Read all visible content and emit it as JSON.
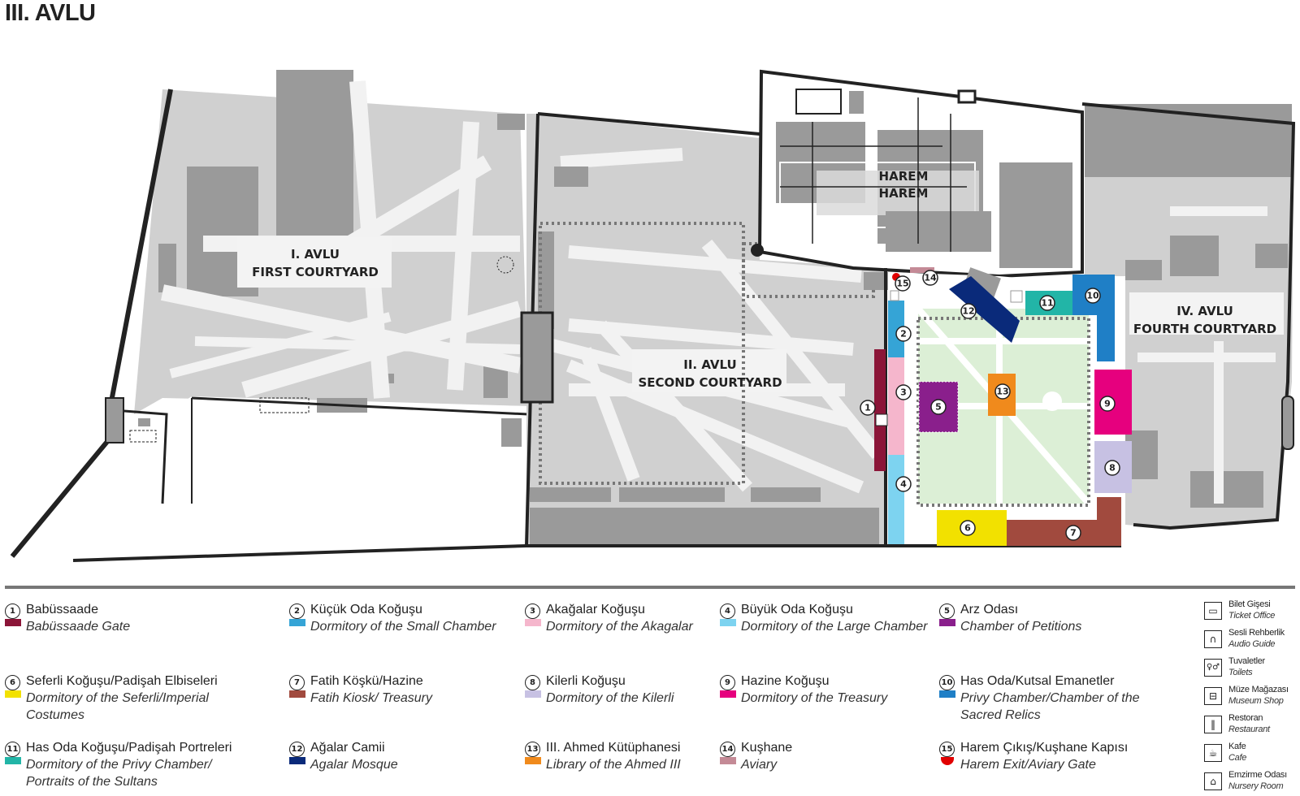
{
  "page_title": "III. AVLU",
  "map": {
    "courtyards": [
      {
        "id": "first",
        "line1": "I. AVLU",
        "line2": "FIRST COURTYARD"
      },
      {
        "id": "second",
        "line1": "II. AVLU",
        "line2": "SECOND COURTYARD"
      },
      {
        "id": "harem",
        "line1": "HAREM",
        "line2": "HAREM"
      },
      {
        "id": "fourth",
        "line1": "IV. AVLU",
        "line2": "FOURTH COURTYARD"
      }
    ],
    "markers": [
      {
        "n": "1",
        "color": "#8b1538"
      },
      {
        "n": "2",
        "color": "#35a4d6"
      },
      {
        "n": "3",
        "color": "#f5b6cc"
      },
      {
        "n": "4",
        "color": "#7dd3f0"
      },
      {
        "n": "5",
        "color": "#8a1f8c"
      },
      {
        "n": "6",
        "color": "#f2e100"
      },
      {
        "n": "7",
        "color": "#a14a3e"
      },
      {
        "n": "8",
        "color": "#c7c1e3"
      },
      {
        "n": "9",
        "color": "#e6007e"
      },
      {
        "n": "10",
        "color": "#1f7fc6"
      },
      {
        "n": "11",
        "color": "#22b5a7"
      },
      {
        "n": "12",
        "color": "#0a2a7a"
      },
      {
        "n": "13",
        "color": "#f08a1c"
      },
      {
        "n": "14",
        "color": "#c48a96"
      },
      {
        "n": "15",
        "color": "#e10000"
      }
    ],
    "colors": {
      "building": "#9a9a9a",
      "ground": "#d0d0d0",
      "path": "#f2f2f2",
      "garden": "#dcefd6",
      "wall": "#222222"
    }
  },
  "legend": [
    {
      "n": "1",
      "tr": "Babüssaade",
      "en": "Babüssaade Gate",
      "color": "#8b1538"
    },
    {
      "n": "2",
      "tr": "Küçük Oda Koğuşu",
      "en": "Dormitory of the Small Chamber",
      "color": "#35a4d6"
    },
    {
      "n": "3",
      "tr": "Akağalar Koğuşu",
      "en": "Dormitory of the Akagalar",
      "color": "#f5b6cc"
    },
    {
      "n": "4",
      "tr": "Büyük Oda Koğuşu",
      "en": "Dormitory of the Large Chamber",
      "color": "#7dd3f0"
    },
    {
      "n": "5",
      "tr": "Arz Odası",
      "en": "Chamber of Petitions",
      "color": "#8a1f8c"
    },
    {
      "n": "6",
      "tr": "Seferli Koğuşu/Padişah Elbiseleri",
      "en": "Dormitory of the Seferli/Imperial Costumes",
      "color": "#f2e100"
    },
    {
      "n": "7",
      "tr": "Fatih Köşkü/Hazine",
      "en": "Fatih Kiosk/ Treasury",
      "color": "#a14a3e"
    },
    {
      "n": "8",
      "tr": "Kilerli Koğuşu",
      "en": "Dormitory of the Kilerli",
      "color": "#c7c1e3"
    },
    {
      "n": "9",
      "tr": "Hazine Koğuşu",
      "en": "Dormitory of the Treasury",
      "color": "#e6007e"
    },
    {
      "n": "10",
      "tr": "Has Oda/Kutsal Emanetler",
      "en": "Privy Chamber/Chamber of the\nSacred Relics",
      "color": "#1f7fc6"
    },
    {
      "n": "11",
      "tr": "Has Oda Koğuşu/Padişah Portreleri",
      "en": "Dormitory of the Privy Chamber/\nPortraits of the Sultans",
      "color": "#22b5a7"
    },
    {
      "n": "12",
      "tr": "Ağalar Camii",
      "en": "Agalar Mosque",
      "color": "#0a2a7a"
    },
    {
      "n": "13",
      "tr": "III. Ahmed Kütüphanesi",
      "en": "Library of the Ahmed III",
      "color": "#f08a1c"
    },
    {
      "n": "14",
      "tr": "Kuşhane",
      "en": "Aviary",
      "color": "#c48a96"
    },
    {
      "n": "15",
      "tr": "Harem Çıkış/Kuşhane Kapısı",
      "en": "Harem Exit/Aviary Gate",
      "color": "#e10000",
      "dot": true
    }
  ],
  "services": [
    {
      "icon": "ticket-icon",
      "glyph": "▭",
      "tr": "Bilet Gişesi",
      "en": "Ticket Office"
    },
    {
      "icon": "headphones-icon",
      "glyph": "∩",
      "tr": "Sesli Rehberlik",
      "en": "Audio Guide"
    },
    {
      "icon": "toilets-icon",
      "glyph": "♀♂",
      "tr": "Tuvaletler",
      "en": "Toilets"
    },
    {
      "icon": "shop-basket-icon",
      "glyph": "⊟",
      "tr": "Müze Mağazası",
      "en": "Museum Shop"
    },
    {
      "icon": "restaurant-icon",
      "glyph": "‖",
      "tr": "Restoran",
      "en": "Restaurant"
    },
    {
      "icon": "cafe-cup-icon",
      "glyph": "☕",
      "tr": "Kafe",
      "en": "Cafe"
    },
    {
      "icon": "nursery-bottle-icon",
      "glyph": "⌂",
      "tr": "Emzirme Odası",
      "en": "Nursery Room"
    }
  ]
}
